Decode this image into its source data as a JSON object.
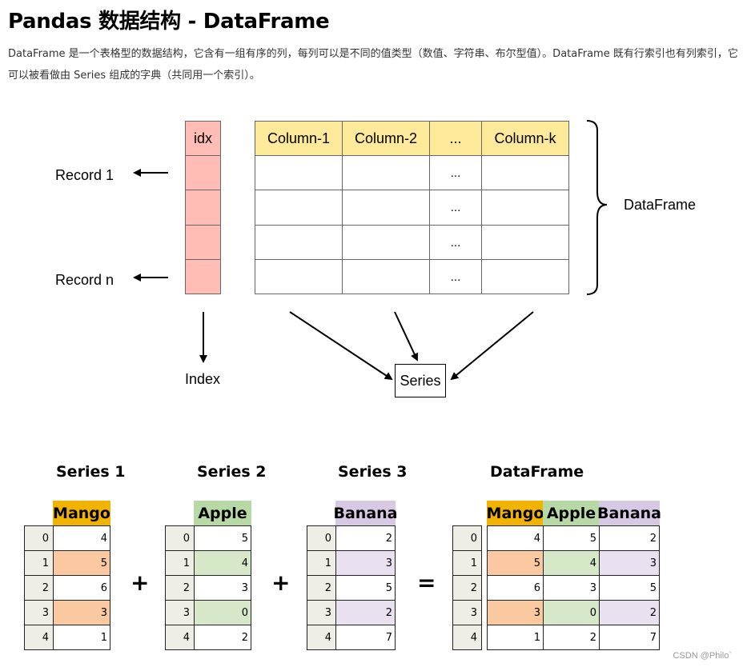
{
  "title": "Pandas 数据结构 - DataFrame",
  "description": "DataFrame 是一个表格型的数据结构，它含有一组有序的列，每列可以是不同的值类型（数值、字符串、布尔型值）。DataFrame 既有行索引也有列索引，它可以被看做由 Series 组成的字典（共同用一个索引）。",
  "diagram": {
    "idx_label": "idx",
    "columns": [
      "Column-1",
      "Column-2",
      "...",
      "Column-k"
    ],
    "ellipsis": "...",
    "record_first": "Record 1",
    "record_last": "Record n",
    "dataframe_label": "DataFrame",
    "index_label": "Index",
    "series_label": "Series"
  },
  "example": {
    "series": [
      {
        "title": "Series 1",
        "name": "Mango",
        "values": [
          4,
          5,
          6,
          3,
          1
        ],
        "highlight_rows": [
          1,
          3
        ]
      },
      {
        "title": "Series 2",
        "name": "Apple",
        "values": [
          5,
          4,
          3,
          0,
          2
        ],
        "highlight_rows": [
          1,
          3
        ]
      },
      {
        "title": "Series 3",
        "name": "Banana",
        "values": [
          2,
          3,
          5,
          2,
          7
        ],
        "highlight_rows": [
          1,
          3
        ]
      }
    ],
    "index": [
      0,
      1,
      2,
      3,
      4
    ],
    "dataframe_title": "DataFrame",
    "plus": "+",
    "equals": "=",
    "colors": {
      "Mango": "#f2b200",
      "Apple": "#b7d9a5",
      "Banana": "#d7c9e3",
      "Mango_hl": "#fac9a0",
      "Apple_hl": "#d7e8c9",
      "Banana_hl": "#e9e1ef",
      "index": "#eeeee6",
      "header": "#fde99a",
      "idx": "#ffbdb6"
    }
  },
  "watermark": "CSDN @Philo`"
}
